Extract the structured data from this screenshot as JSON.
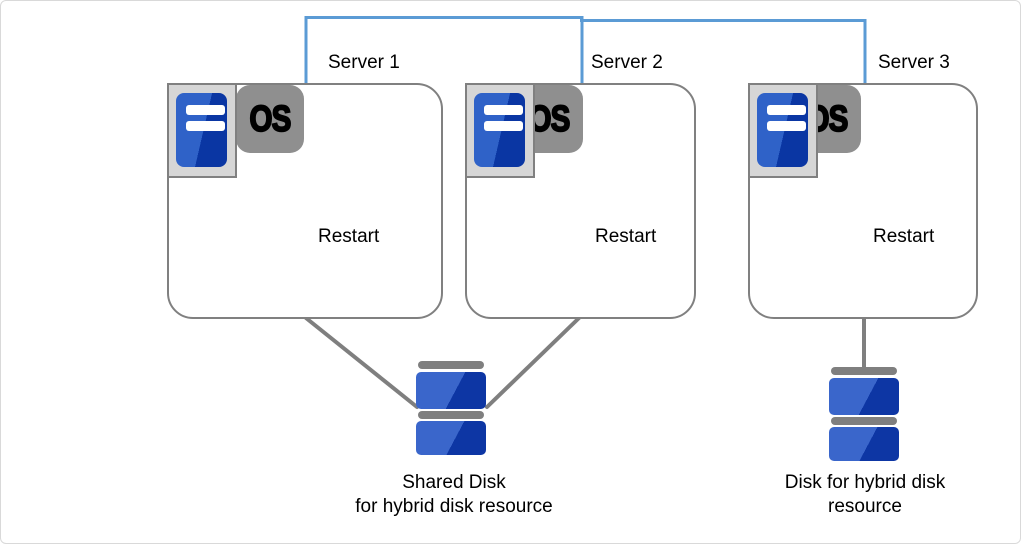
{
  "colors": {
    "interconnect_blue": "#5B9BD5",
    "connector_gray": "#7F7F7F",
    "box_border_gray": "#808080",
    "os_badge_gray": "#8F8F8F",
    "icon_frame_gray": "#D6D6D6",
    "icon_blue_light": "#2F62C8",
    "icon_blue_dark": "#0A36A3",
    "disk_blue_light": "#3A66CB",
    "disk_blue_dark": "#0D36A4",
    "page_border_gray": "#D9D9D9"
  },
  "servers": [
    {
      "label": "Server 1",
      "os_label": "OS",
      "restart_label": "Restart"
    },
    {
      "label": "Server 2",
      "os_label": "OS",
      "restart_label": "Restart"
    },
    {
      "label": "Server 3",
      "os_label": "OS",
      "restart_label": "Restart"
    }
  ],
  "disks": {
    "shared": {
      "line1": "Shared Disk",
      "line2": "for hybrid disk resource"
    },
    "hybrid": {
      "line1": "Disk for hybrid disk",
      "line2": "resource"
    }
  }
}
